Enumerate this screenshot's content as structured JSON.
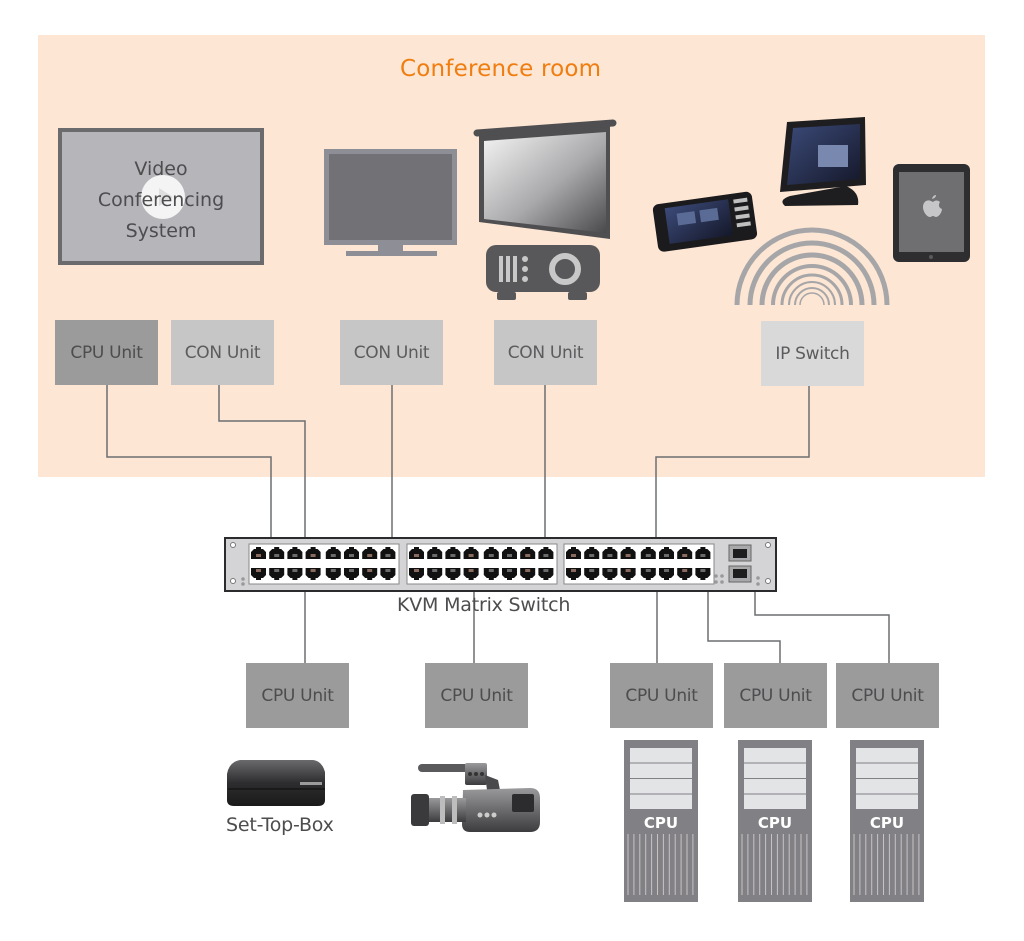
{
  "diagram": {
    "title": "Conference room",
    "room_devices": {
      "video_conferencing": "Video\nConferencing\nSystem",
      "monitor": "monitor",
      "projection_screen": "projection-screen",
      "projector": "projector",
      "touch_panel": "touch-panel",
      "desk_touch_panel": "desk-touch-panel",
      "tablet": "tablet",
      "wireless": "wireless-signal"
    },
    "room_units": [
      {
        "label": "CPU Unit",
        "type": "cpu"
      },
      {
        "label": "CON Unit",
        "type": "con"
      },
      {
        "label": "CON Unit",
        "type": "con"
      },
      {
        "label": "CON Unit",
        "type": "con"
      },
      {
        "label": "IP Switch",
        "type": "ip"
      }
    ],
    "switch": {
      "label": "KVM Matrix Switch"
    },
    "lower_units": [
      {
        "label": "CPU Unit"
      },
      {
        "label": "CPU Unit"
      },
      {
        "label": "CPU Unit"
      },
      {
        "label": "CPU Unit"
      },
      {
        "label": "CPU Unit"
      }
    ],
    "lower_devices": {
      "set_top_box": "Set-Top-Box",
      "camera": "video-camera",
      "tower_label": "CPU"
    },
    "colors": {
      "room_bg": "#fde6d3",
      "title": "#f07d10",
      "cpu_unit": "#9b9b9b",
      "con_unit": "#c6c6c6",
      "ip_switch": "#d9d9d9",
      "line": "#6d6e71"
    }
  }
}
